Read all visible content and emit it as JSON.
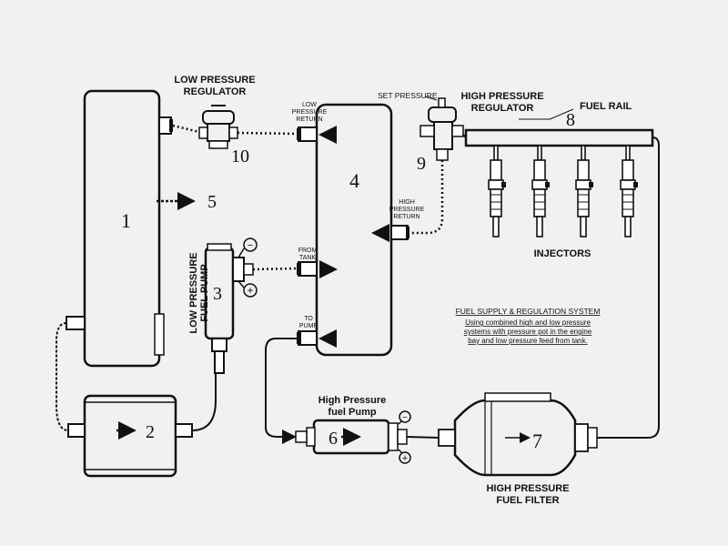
{
  "labels": {
    "low_pressure_regulator": [
      "LOW PRESSURE",
      "REGULATOR"
    ],
    "high_pressure_regulator": [
      "HIGH PRESSURE",
      "REGULATOR"
    ],
    "set_pressure": "SET PRESSURE",
    "fuel_rail": "FUEL RAIL",
    "injectors": "INJECTORS",
    "low_pressure_return": [
      "LOW",
      "PRESSURE",
      "RETURN"
    ],
    "high_pressure_return": [
      "HIGH",
      "PRESSURE",
      "RETURN"
    ],
    "from_tank": [
      "FROM",
      "TANK"
    ],
    "to_pump": [
      "TO",
      "PUMP"
    ],
    "low_pressure_fuel_pump": [
      "LOW PRESSURE",
      "FUEL PUMP"
    ],
    "high_pressure_fuel_pump": [
      "High Pressure",
      "fuel Pump"
    ],
    "high_pressure_fuel_filter": [
      "HIGH PRESSURE",
      "FUEL FILTER"
    ]
  },
  "numbers": {
    "n1": "1",
    "n2": "2",
    "n3": "3",
    "n4": "4",
    "n5": "5",
    "n6": "6",
    "n7": "7",
    "n8": "8",
    "n9": "9",
    "n10": "10"
  },
  "caption": {
    "title": "FUEL SUPPLY & REGULATION SYSTEM",
    "lines": [
      "Using combined high and low pressure",
      "systems with pressure pot in the engine",
      "bay and low pressure feed from tank."
    ]
  },
  "symbols": {
    "minus": "−",
    "plus": "+"
  },
  "colors": {
    "background": "#f1f1f1",
    "ink": "#111111"
  }
}
